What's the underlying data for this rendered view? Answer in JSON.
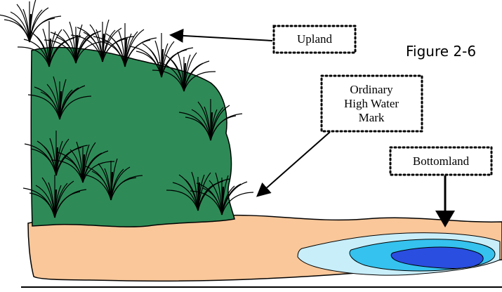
{
  "figure": {
    "label": "Figure 2-6"
  },
  "labels": {
    "upland": "Upland",
    "ohwm_line1": "Ordinary",
    "ohwm_line2": "High Water",
    "ohwm_line3": "Mark",
    "bottomland": "Bottomland"
  },
  "colors": {
    "upland_green": "#2e8b57",
    "soil_tan": "#f9c79a",
    "water_pale": "#c8eefa",
    "water_mid": "#35c2ee",
    "water_deep": "#2a4ee0",
    "grass_stroke": "#000000"
  }
}
